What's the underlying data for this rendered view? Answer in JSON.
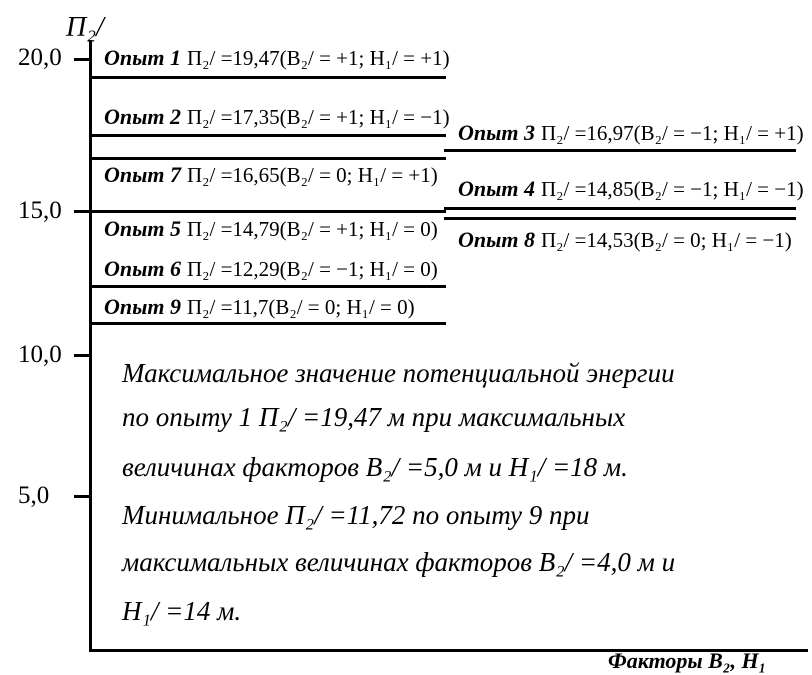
{
  "axis": {
    "y_title": "Π₂/",
    "y_ticks": [
      "20,0",
      "15,0",
      "10,0",
      "5,0"
    ],
    "x_title": "Факторы B₂, H₁"
  },
  "experiments": [
    {
      "label": "Опыт 1",
      "formula": "Π₂/ =19,47(B₂/ = +1; H₁/ = +1)"
    },
    {
      "label": "Опыт 2",
      "formula": "Π₂/ =17,35(B₂/ = +1; H₁/ = −1)"
    },
    {
      "label": "Опыт 3",
      "formula": "Π₂/ =16,97(B₂/ = −1; H₁/ = +1)"
    },
    {
      "label": "Опыт 7",
      "formula": "Π₂/ =16,65(B₂/ = 0; H₁/ = +1)"
    },
    {
      "label": "Опыт 4",
      "formula": "Π₂/ =14,85(B₂/ = −1; H₁/ = −1)"
    },
    {
      "label": "Опыт 5",
      "formula": "Π₂/ =14,79(B₂/ = +1; H₁/ = 0)"
    },
    {
      "label": "Опыт 8",
      "formula": "Π₂/ =14,53(B₂/ = 0; H₁/ = −1)"
    },
    {
      "label": "Опыт 6",
      "formula": "Π₂/ =12,29(B₂/ = −1; H₁/ = 0)"
    },
    {
      "label": "Опыт 9",
      "formula": "Π₂/ =11,7(B₂/ = 0; H₁/ = 0)"
    }
  ],
  "notes": [
    "Максимальное значение потенциальной энергии",
    "по опыту 1  Π₂/ =19,47 м при максимальных",
    "величинах факторов  B₂/ =5,0 м и  H₁/ =18 м.",
    "Минимальное  Π₂/ =11,72 по опыту 9 при",
    "максимальных величинах факторов  B₂/ =4,0 м и",
    "H₁/ =14 м."
  ]
}
